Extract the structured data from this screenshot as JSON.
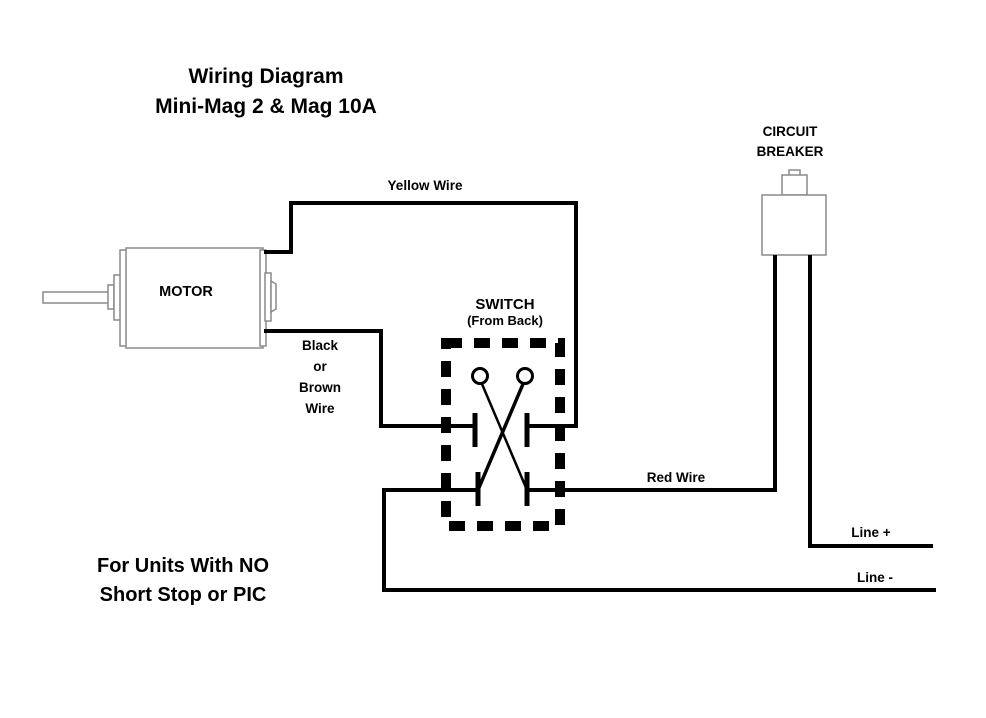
{
  "title": {
    "line1": "Wiring Diagram",
    "line2": "Mini-Mag 2 & Mag 10A"
  },
  "note": {
    "line1": "For Units With NO",
    "line2": "Short Stop or PIC"
  },
  "components": {
    "motor": {
      "label": "MOTOR"
    },
    "switch": {
      "label": "SWITCH",
      "sublabel": "(From Back)"
    },
    "circuit_breaker": {
      "line1": "CIRCUIT",
      "line2": "BREAKER"
    }
  },
  "wires": {
    "yellow": "Yellow Wire",
    "black_brown": [
      "Black",
      "or",
      "Brown",
      "Wire"
    ],
    "red": "Red Wire",
    "line_plus": "Line +",
    "line_minus": "Line -"
  },
  "colors": {
    "wire": "#000000",
    "outline": "#8a8a8a",
    "background": "#ffffff"
  }
}
